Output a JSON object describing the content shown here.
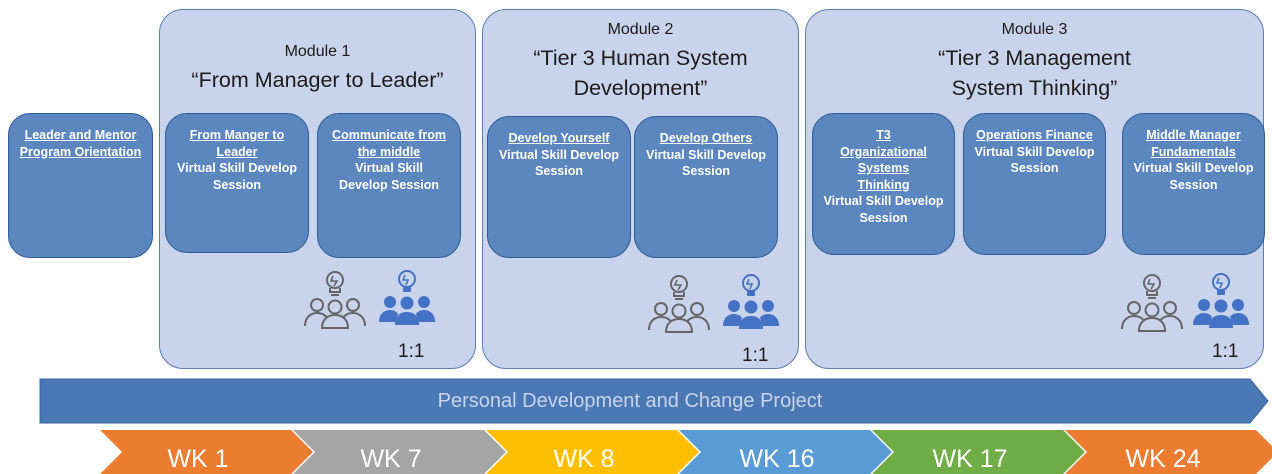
{
  "orientation": {
    "label": "Leader and Mentor Program Orientation"
  },
  "modules": [
    {
      "label": "Module 1",
      "name": "“From Manager to Leader”",
      "sessions": [
        {
          "title": "From Manger to Leader",
          "sub": "Virtual Skill Develop Session"
        },
        {
          "title": "Communicate from the middle",
          "sub": "Virtual Skill Develop Session"
        }
      ],
      "one_on_one": "1:1"
    },
    {
      "label": "Module 2",
      "name": "“Tier 3 Human System Development”",
      "sessions": [
        {
          "title": "Develop Yourself",
          "sub": "Virtual Skill Develop Session"
        },
        {
          "title": "Develop Others",
          "sub": "Virtual Skill Develop Session"
        }
      ],
      "one_on_one": "1:1"
    },
    {
      "label": "Module 3",
      "name": "“Tier 3 Management System Thinking”",
      "sessions": [
        {
          "title": "T3 Organizational Systems Thinking",
          "sub": "Virtual Skill Develop Session"
        },
        {
          "title": "Operations Finance",
          "sub": "Virtual Skill Develop Session"
        },
        {
          "title": "Middle Manager Fundamentals",
          "sub": "Virtual Skill Develop Session"
        }
      ],
      "one_on_one": "1:1"
    }
  ],
  "project": {
    "label": "Personal Development and Change Project"
  },
  "timeline": [
    {
      "label": "WK 1",
      "color": "#ec7c30"
    },
    {
      "label": "WK 7",
      "color": "#a5a5a5"
    },
    {
      "label": "WK 8",
      "color": "#ffbf00"
    },
    {
      "label": "WK 16",
      "color": "#5b9bd5"
    },
    {
      "label": "WK 17",
      "color": "#70ad46"
    },
    {
      "label": "WK 24",
      "color": "#ec7c30"
    }
  ],
  "colors": {
    "module_bg": "#c9d3eb",
    "session_bg": "#5b86be",
    "project_bar": "#4a78b4",
    "icon_blue": "#4472c4"
  },
  "icons": [
    "idea-group-outline-icon",
    "idea-group-filled-icon"
  ]
}
